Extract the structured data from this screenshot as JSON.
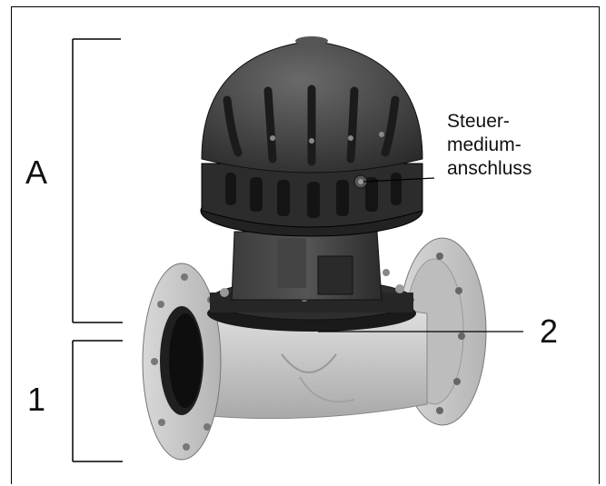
{
  "labels": {
    "section_a": "A",
    "section_1": "1",
    "item_2": "2",
    "port_line1": "Steuer-",
    "port_line2": "medium-",
    "port_line3": "anschluss"
  },
  "colors": {
    "actuator": "#3a3a3a",
    "body": "#c9c9c9",
    "line": "#000000"
  }
}
